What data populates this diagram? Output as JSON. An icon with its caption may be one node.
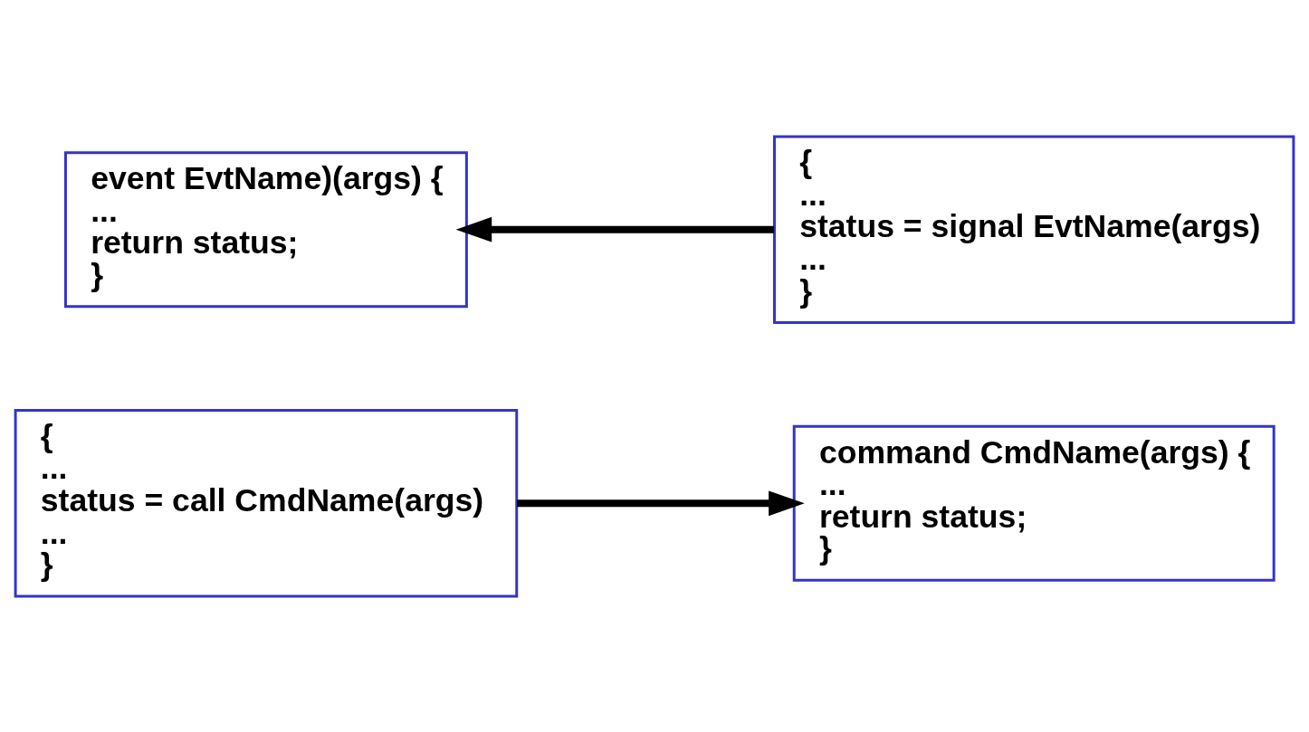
{
  "diagram": {
    "nodes": [
      {
        "text": [
          "{",
          "...",
          " status = call CmdName(args)",
          "...",
          "}"
        ]
      },
      {
        "text": [
          "command CmdName(args) {",
          "...",
          "return status;",
          "}"
        ]
      },
      {
        "text": [
          "event EvtName)(args) {",
          "...",
          "return status;",
          "}"
        ]
      },
      {
        "text": [
          "{",
          "...",
          " status = signal EvtName(args)",
          "...",
          "}"
        ]
      }
    ],
    "edges": [
      {
        "from": 0,
        "to": 1,
        "arrow": "to"
      },
      {
        "from": 3,
        "to": 2,
        "arrow": "to"
      }
    ]
  }
}
